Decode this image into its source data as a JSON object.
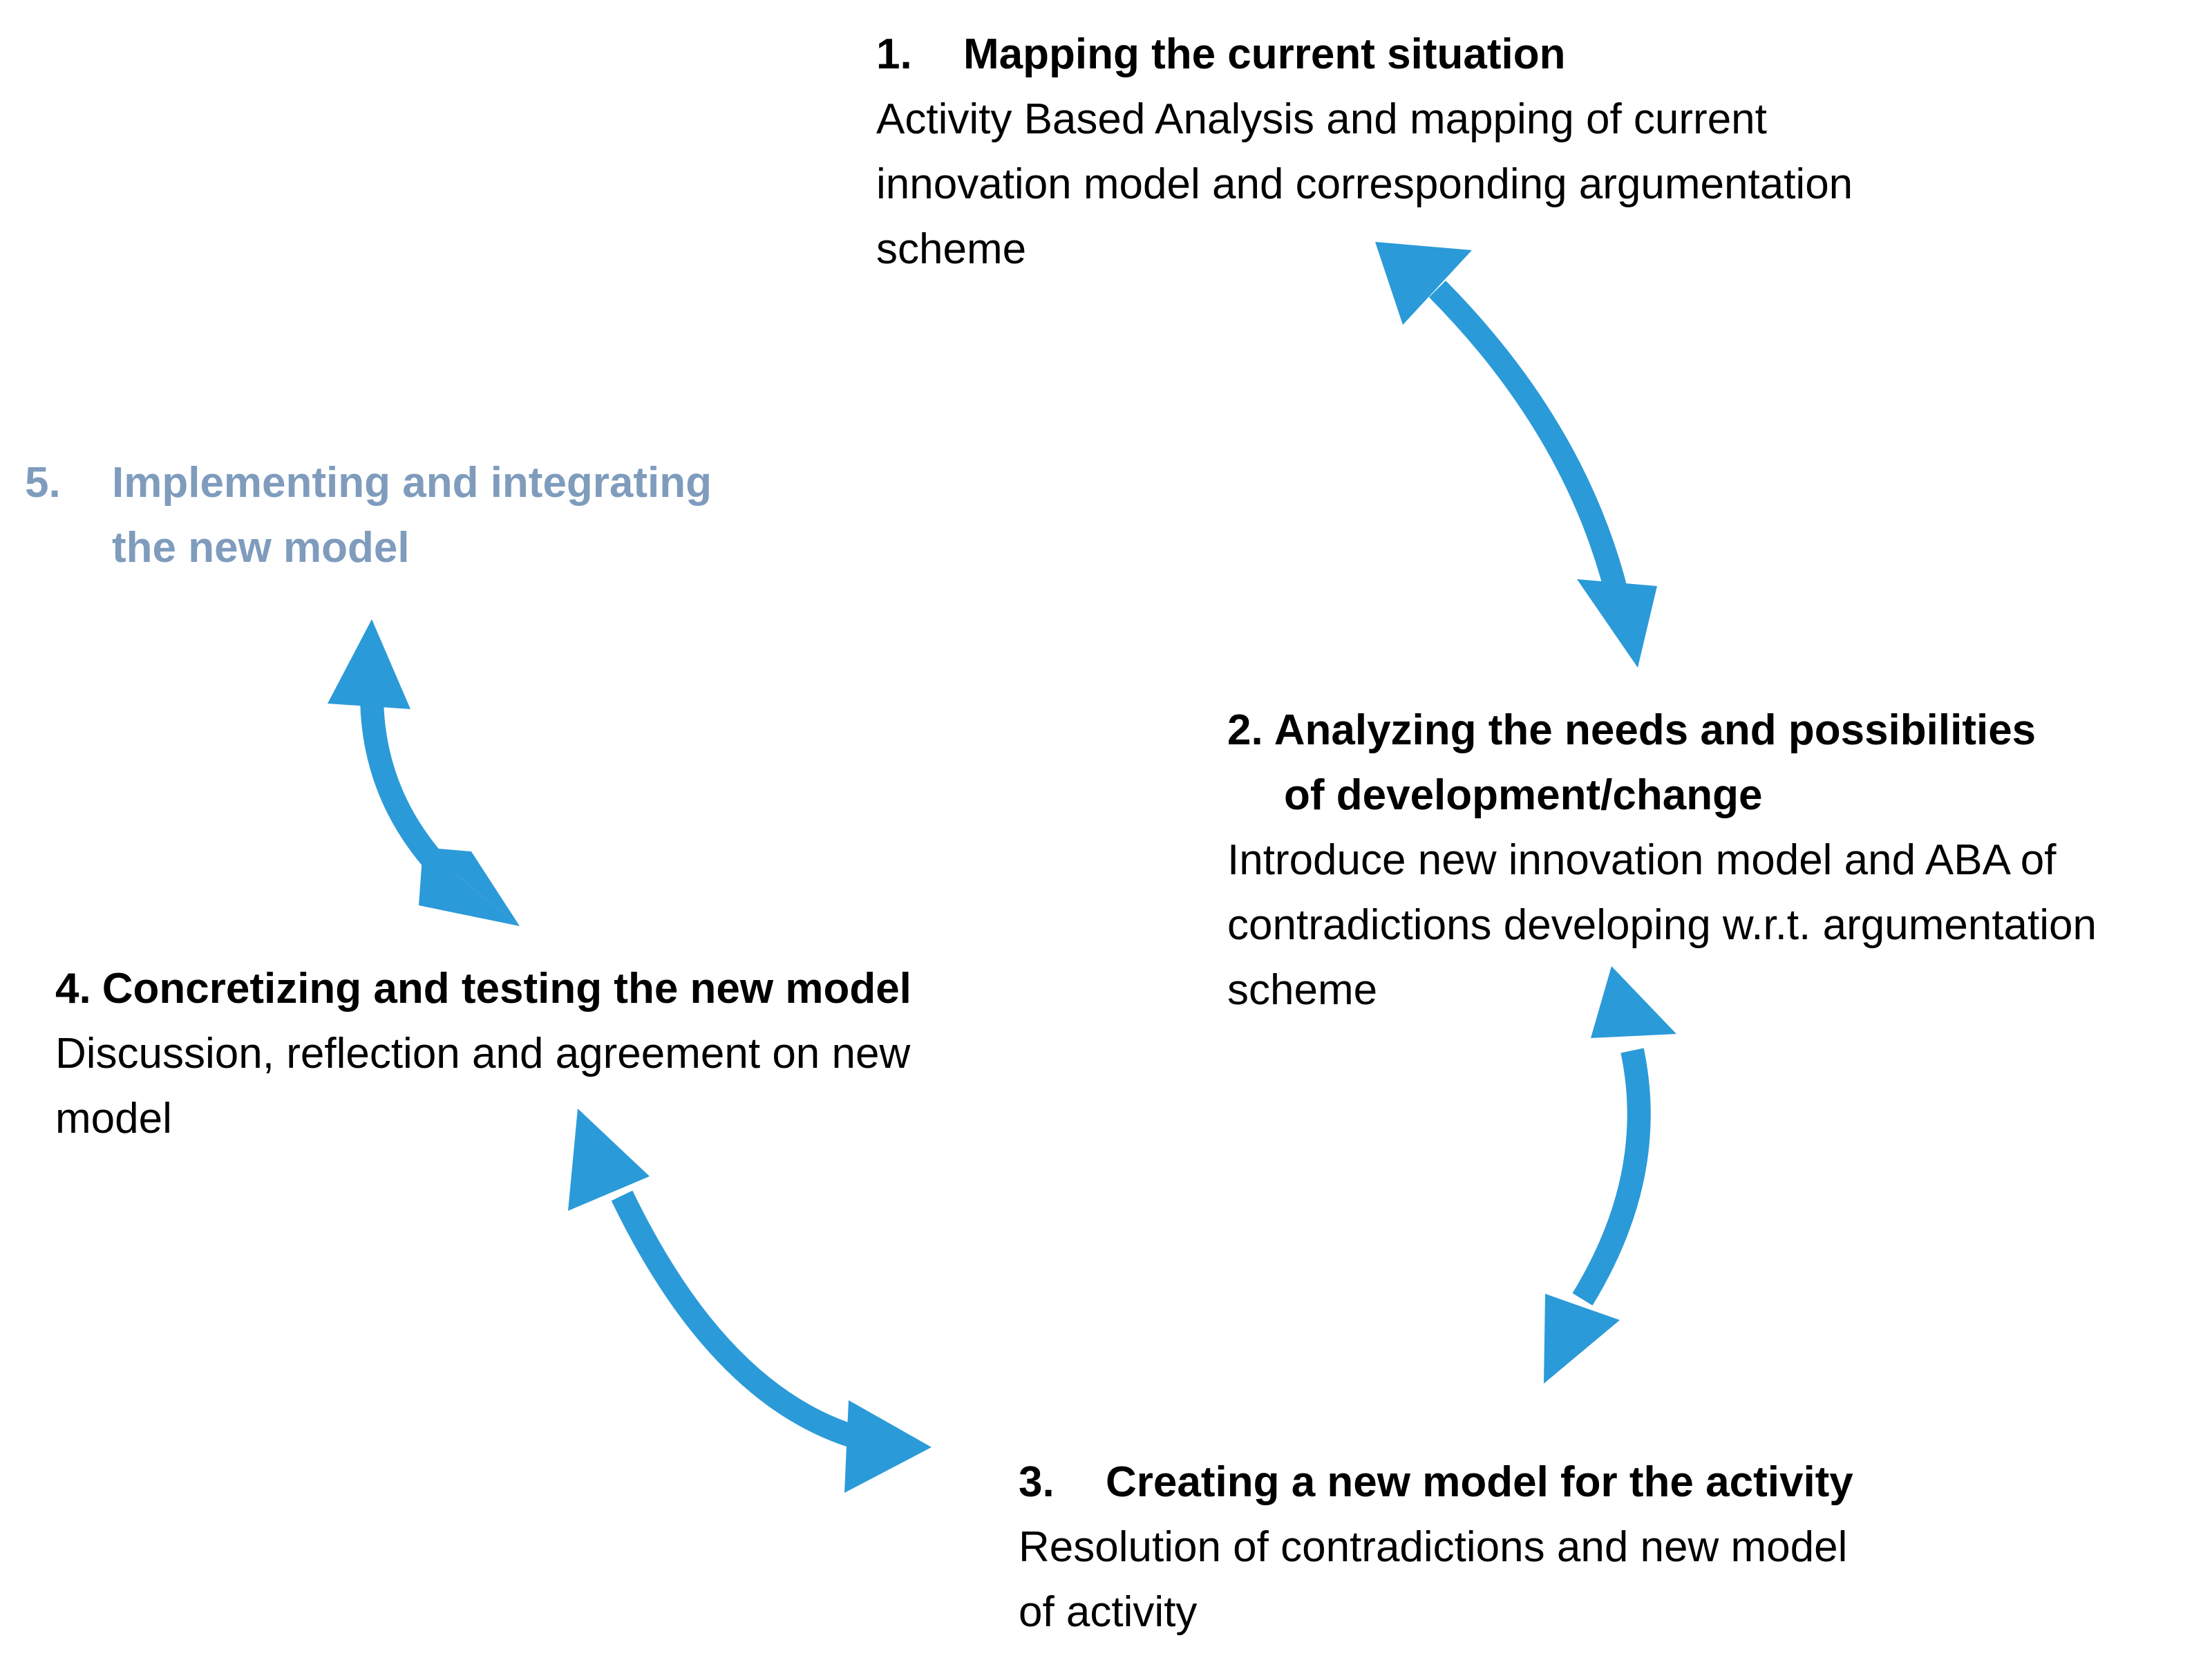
{
  "colors": {
    "arrow": "#2b9ad8",
    "step5_text": "#7f9cbd",
    "text": "#000000"
  },
  "steps": [
    {
      "number": "1.",
      "title": "Mapping the current situation",
      "description": "Activity Based Analysis and mapping of current\ninnovation model and corresponding argumentation\nscheme"
    },
    {
      "number": "2.",
      "title_line1": "Analyzing the needs and possibilities",
      "title_line2": "of development/change",
      "description": "Introduce new innovation model and ABA of\ncontradictions developing w.r.t. argumentation\nscheme"
    },
    {
      "number": "3.",
      "title": "Creating a new model for the activity",
      "description": "Resolution of contradictions and new model\nof activity"
    },
    {
      "number": "4.",
      "title": "Concretizing and testing the new model",
      "description": "Discussion, reflection and agreement on new\nmodel"
    },
    {
      "number": "5.",
      "title": "Implementing and integrating\nthe new model"
    }
  ],
  "arrows": [
    {
      "name": "arrow-1-2",
      "type": "double-headed"
    },
    {
      "name": "arrow-2-3",
      "type": "double-headed"
    },
    {
      "name": "arrow-3-4",
      "type": "double-headed"
    },
    {
      "name": "arrow-4-5",
      "type": "double-headed"
    }
  ]
}
